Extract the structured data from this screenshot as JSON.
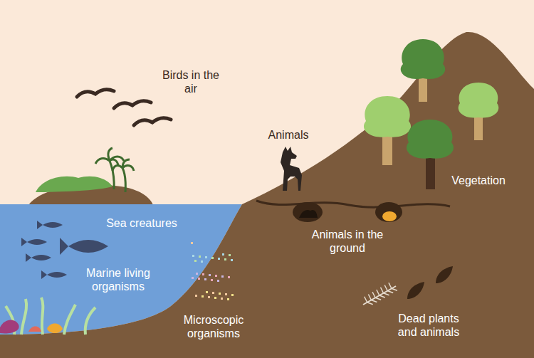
{
  "diagram": {
    "labels": [
      "Birds in the air",
      "Animals",
      "Vegetation",
      "Sea creatures",
      "Animals in the ground",
      "Marine living organisms",
      "Microscopic organisms",
      "Dead plants and animals"
    ]
  }
}
